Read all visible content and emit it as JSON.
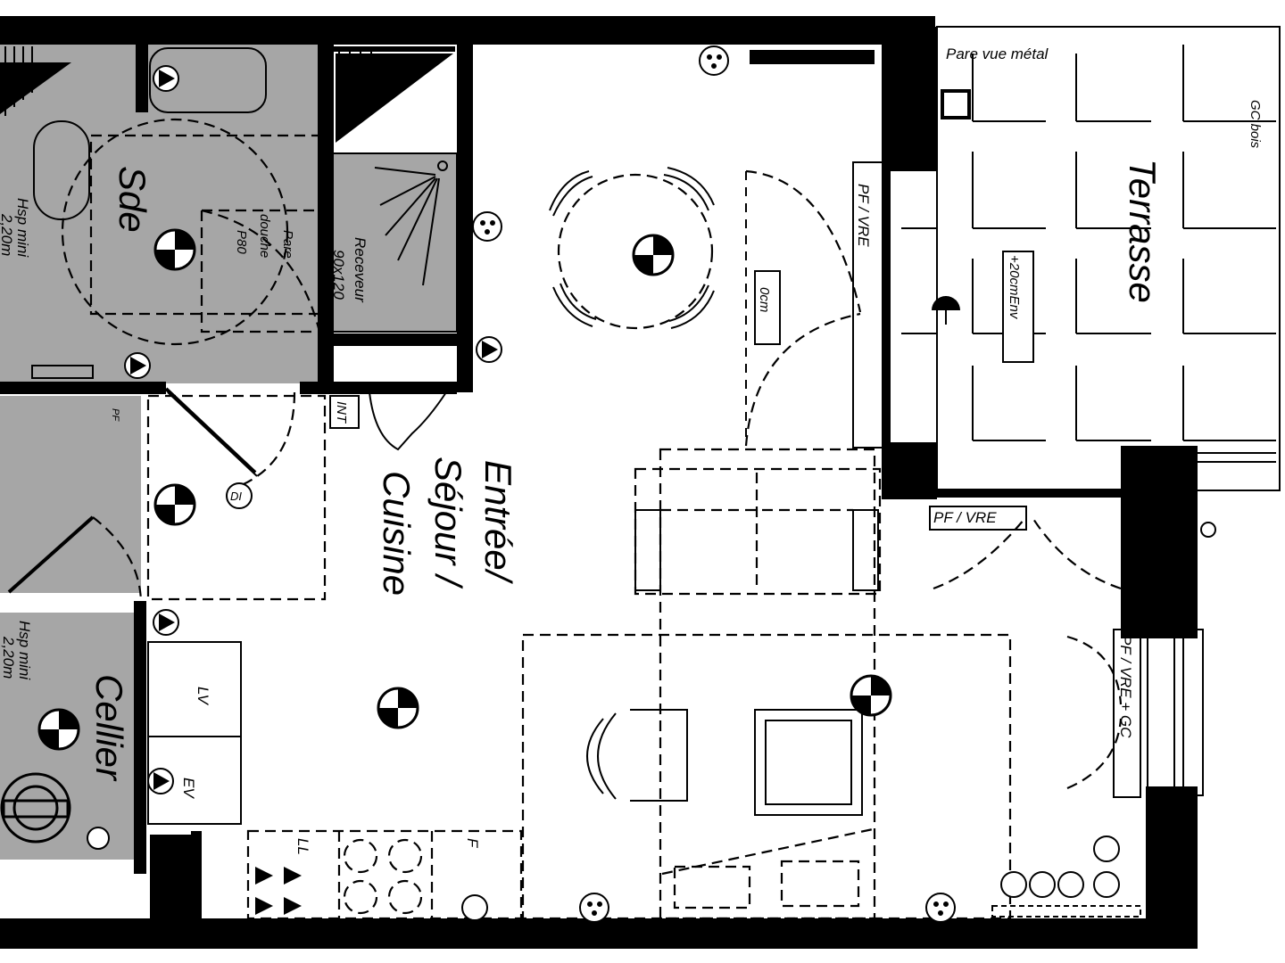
{
  "rooms": {
    "sde": "Sde",
    "sde_height": "Hsp mini",
    "sde_height_value": "2,20m",
    "cellier": "Cellier",
    "cellier_height": "Hsp mini",
    "cellier_height_value": "2,20m",
    "main_line1": "Entrée/",
    "main_line2": "Séjour /",
    "main_line3": "Cuisine",
    "terrasse": "Terrasse"
  },
  "annotations": {
    "pare_vue": "Pare vue métal",
    "gc_bois": "GC bois",
    "pare_douche_1": "Pare",
    "pare_douche_2": "douche",
    "pare_douche_3": "P80",
    "receveur_1": "Receveur",
    "receveur_2": "90x120",
    "pf_vre_top": "PF / VRE",
    "pf_vre_mid": "PF / VRE",
    "pf_vre_gc": "PF / VRE + GC",
    "step": "0cm",
    "terrace_level": "+20cmEnv",
    "int": "INT",
    "lv": "LV",
    "ev": "EV",
    "f": "F",
    "ll": "LL",
    "di": "DI",
    "pf_small": "PF"
  },
  "symbols": {
    "outlet": "outlet-symbol",
    "light": "ceiling-light-symbol",
    "switch": "switch-symbol"
  },
  "colors": {
    "wall": "#000000",
    "grey_room": "#a6a6a6",
    "background": "#ffffff"
  }
}
